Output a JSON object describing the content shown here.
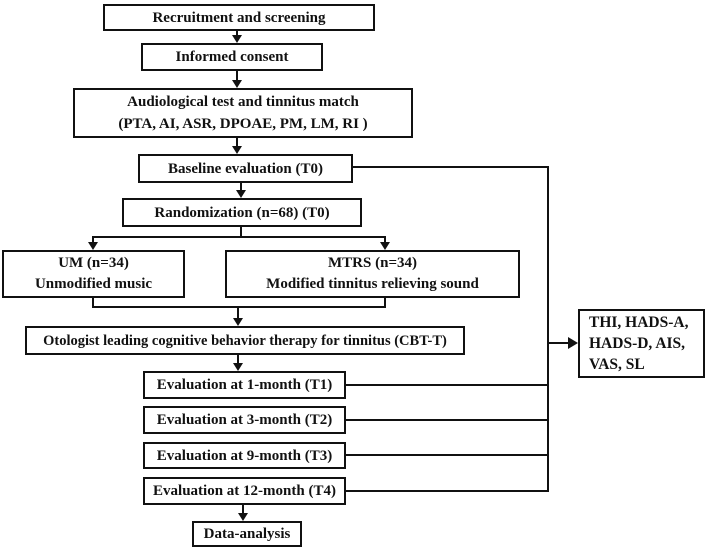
{
  "diagram": {
    "type": "flowchart",
    "background_color": "#ffffff",
    "line_color": "#111111",
    "nodes": {
      "recruitment": {
        "label": "Recruitment and screening"
      },
      "informed_consent": {
        "label": "Informed consent"
      },
      "audiological": {
        "line1": "Audiological test and tinnitus match",
        "line2": "(PTA, AI, ASR, DPOAE, PM, LM, RI )"
      },
      "baseline": {
        "label": "Baseline evaluation (T0)"
      },
      "randomization": {
        "label": "Randomization (n=68) (T0)"
      },
      "um": {
        "line1": "UM (n=34)",
        "line2": "Unmodified music"
      },
      "mtrs": {
        "line1": "MTRS (n=34)",
        "line2": "Modified tinnitus relieving sound"
      },
      "cbt": {
        "label": "Otologist leading cognitive behavior therapy for tinnitus (CBT-T)"
      },
      "eval_t1": {
        "label": "Evaluation at 1-month (T1)"
      },
      "eval_t2": {
        "label": "Evaluation at 3-month (T2)"
      },
      "eval_t3": {
        "label": "Evaluation at 9-month (T3)"
      },
      "eval_t4": {
        "label": "Evaluation at 12-month (T4)"
      },
      "data_analysis": {
        "label": "Data-analysis"
      },
      "outcome_measures": {
        "line1": "THI, HADS-A,",
        "line2": "HADS-D, AIS,",
        "line3": "VAS, SL"
      }
    }
  }
}
